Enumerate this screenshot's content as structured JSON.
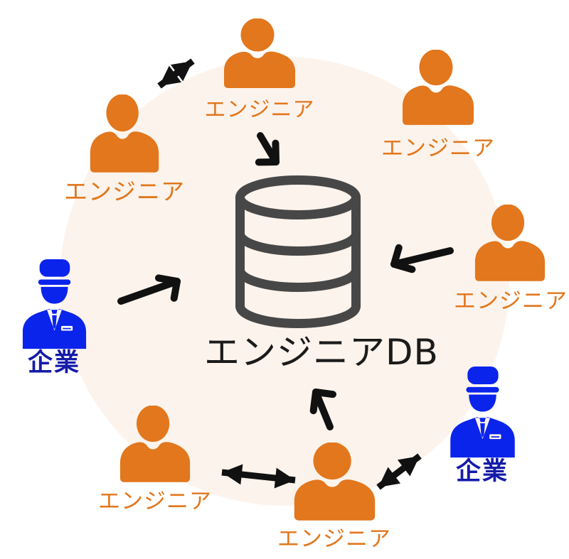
{
  "diagram": {
    "title": "engineer-db-network-diagram",
    "db": {
      "label": "エンジニアDB",
      "icon": "database-cylinder-icon"
    },
    "nodes": [
      {
        "id": "engineer-top",
        "type": "engineer",
        "label": "エンジニア"
      },
      {
        "id": "engineer-top-left",
        "type": "engineer",
        "label": "エンジニア"
      },
      {
        "id": "engineer-top-right",
        "type": "engineer",
        "label": "エンジニア"
      },
      {
        "id": "engineer-right",
        "type": "engineer",
        "label": "エンジニア"
      },
      {
        "id": "engineer-bottom-left",
        "type": "engineer",
        "label": "エンジニア"
      },
      {
        "id": "engineer-bottom-center",
        "type": "engineer",
        "label": "エンジニア"
      },
      {
        "id": "company-left",
        "type": "company",
        "label": "企業"
      },
      {
        "id": "company-bottom-right",
        "type": "company",
        "label": "企業"
      }
    ],
    "arrows": [
      {
        "id": "arrow-engineer-top-to-db",
        "type": "single-arrow",
        "from": "engineer-top",
        "to": "db"
      },
      {
        "id": "arrow-company-left-to-db",
        "type": "single-arrow",
        "from": "company-left",
        "to": "db"
      },
      {
        "id": "arrow-engineer-right-to-db",
        "type": "single-arrow",
        "from": "engineer-right",
        "to": "db"
      },
      {
        "id": "arrow-engineer-bottom-to-db",
        "type": "single-arrow",
        "from": "engineer-bottom-center",
        "to": "db"
      },
      {
        "id": "arrow-top-left-pair",
        "type": "double-arrow",
        "from": "engineer-top-left",
        "to": "engineer-top"
      },
      {
        "id": "arrow-bottom-pair",
        "type": "double-arrow",
        "from": "engineer-bottom-left",
        "to": "engineer-bottom-center"
      },
      {
        "id": "arrow-bottom-right-pair",
        "type": "double-arrow",
        "from": "engineer-bottom-center",
        "to": "company-bottom-right"
      }
    ],
    "colors": {
      "engineer_icon": "#E2771D",
      "engineer_label": "#E2771D",
      "company_icon": "#0B24EB",
      "company_label": "#151BA8",
      "db_icon": "#474747",
      "db_label": "#1B1B1B",
      "arrow": "#111111",
      "circle_background": "#FCF3EC",
      "page_background": "#FFFFFF"
    }
  }
}
